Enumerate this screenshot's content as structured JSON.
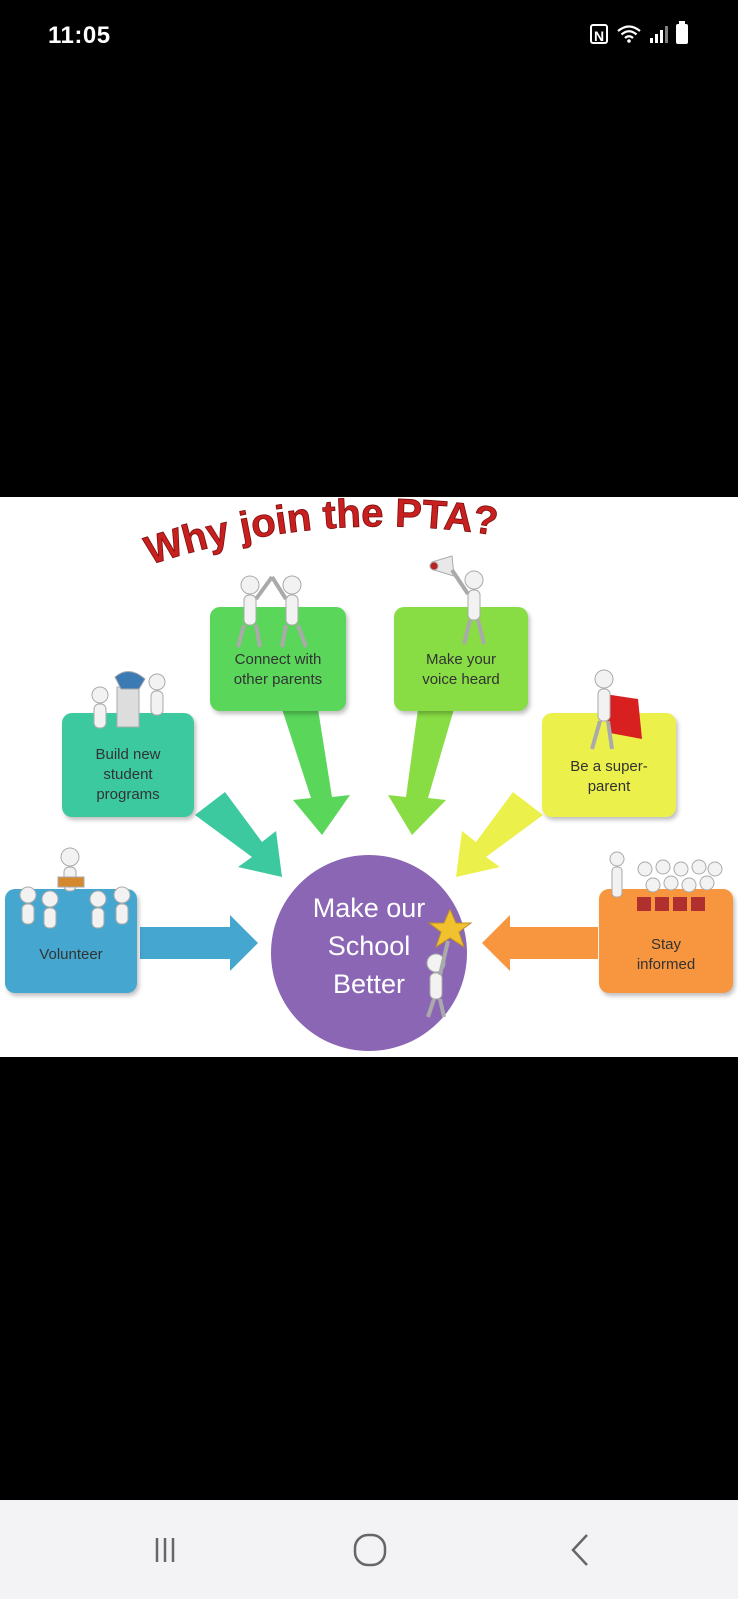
{
  "status_bar": {
    "time": "11:05",
    "icons": [
      "nfc-icon",
      "wifi-icon",
      "signal-icon",
      "battery-icon"
    ]
  },
  "infographic": {
    "title": "Why join the PTA?",
    "center": {
      "line1": "Make our",
      "line2": "School",
      "line3": "Better",
      "color": "#8b66b4"
    },
    "boxes": [
      {
        "id": "volunteer",
        "line1": "Volunteer",
        "line2": "",
        "color": "#45a7cf"
      },
      {
        "id": "build",
        "line1": "Build new",
        "line2": "student",
        "line3": "programs",
        "color": "#3cc9a0"
      },
      {
        "id": "connect",
        "line1": "Connect with",
        "line2": "other parents",
        "color": "#5ad65a"
      },
      {
        "id": "voice",
        "line1": "Make your",
        "line2": "voice heard",
        "color": "#88dc44"
      },
      {
        "id": "super",
        "line1": "Be a super-",
        "line2": "parent",
        "color": "#ecf04a"
      },
      {
        "id": "informed",
        "line1": "Stay",
        "line2": "informed",
        "color": "#f7963e"
      }
    ]
  },
  "nav_bar": {
    "buttons": [
      "recent-apps-icon",
      "home-icon",
      "back-icon"
    ]
  }
}
